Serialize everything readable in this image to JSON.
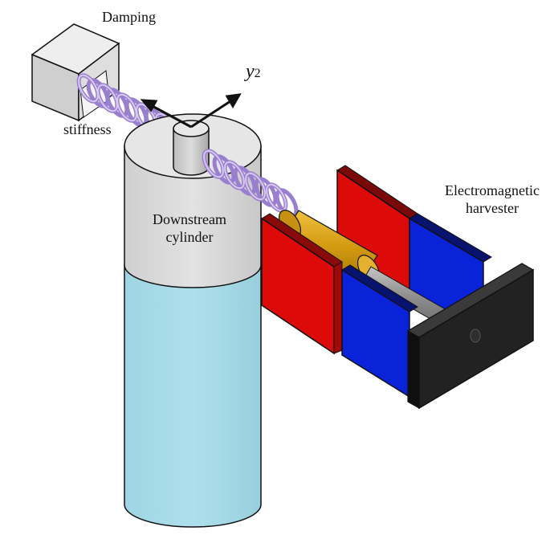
{
  "labels": {
    "damping": "Damping",
    "stiffness": "stiffness",
    "y_symbol": "y",
    "y_subscript": "2",
    "cylinder_line1": "Downstream",
    "cylinder_line2": "cylinder",
    "harvester_line1": "Electromagnetic",
    "harvester_line2": "harvester"
  },
  "colors": {
    "cylinder_water": "#a7dbe8",
    "cylinder_top": "#d9d9d9",
    "magnet_red": "#dd0a0a",
    "magnet_blue": "#0a22d8",
    "coil_gold": "#d9a51e",
    "rod_gray": "#9a9a9a",
    "end_plate": "#1c1c1c",
    "spring": "#b9a3e3"
  }
}
